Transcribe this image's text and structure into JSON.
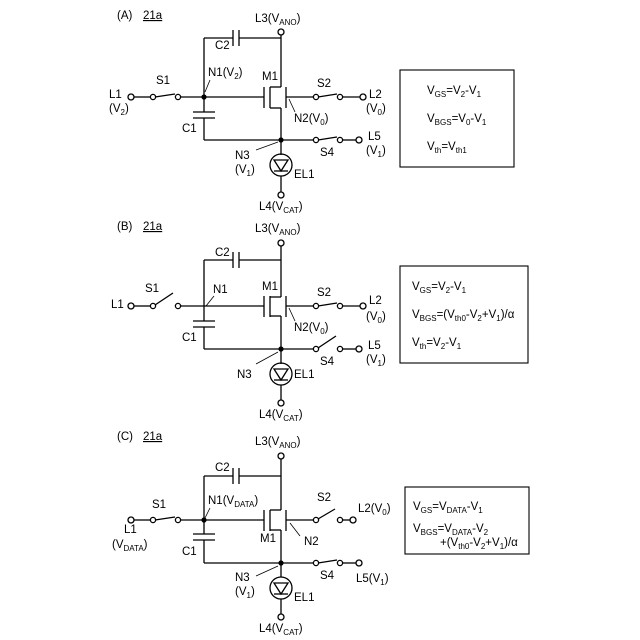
{
  "panels": [
    {
      "letter": "(A)",
      "ref": "21a",
      "c2": "C2",
      "c1": "C1",
      "m1": "M1",
      "s1": "S1",
      "s2": "S2",
      "s4": "S4",
      "el1": "EL1",
      "n2": "N2(V",
      "n3": "N3",
      "n3v": "(V",
      "l1": "L1",
      "l1v": "(V",
      "l2": "L2",
      "l2v": "(V",
      "l3": "L3(V",
      "l4": "L4(V",
      "l5": "L5",
      "l5v": "(V",
      "n1": "N1(V",
      "eq": [
        {
          "v": "V",
          "sub": "GS",
          "rest": "=V",
          "sub2": "2",
          "rest2": "-V",
          "sub3": "1",
          "rest3": ""
        },
        {
          "v": "V",
          "sub": "BGS",
          "rest": "=V",
          "sub2": "0",
          "rest2": "-V",
          "sub3": "1",
          "rest3": ""
        },
        {
          "v": "V",
          "sub": "th",
          "rest": "=V",
          "sub2": "th1",
          "rest2": "",
          "sub3": "",
          "rest3": ""
        }
      ]
    },
    {
      "letter": "(B)",
      "ref": "21a",
      "c2": "C2",
      "c1": "C1",
      "m1": "M1",
      "s1": "S1",
      "s2": "S2",
      "s4": "S4",
      "el1": "EL1",
      "n1": "N1",
      "n2": "N2(V",
      "n3": "N3",
      "l1": "L1",
      "l2": "L2",
      "l2v": "(V",
      "l3": "L3(V",
      "l4": "L4(V",
      "l5": "L5",
      "l5v": "(V",
      "eq": [
        {
          "v": "V",
          "sub": "GS",
          "rest": "=V",
          "sub2": "2",
          "rest2": "-V",
          "sub3": "1",
          "rest3": ""
        },
        {
          "v": "V",
          "sub": "BGS",
          "rest": "=(V",
          "sub2": "th0",
          "rest2": "-V",
          "sub3": "2",
          "rest3": "+V",
          "sub4": "1",
          "rest4": ")/α"
        },
        {
          "v": "V",
          "sub": "th",
          "rest": "=V",
          "sub2": "2",
          "rest2": "-V",
          "sub3": "1",
          "rest3": ""
        }
      ]
    },
    {
      "letter": "(C)",
      "ref": "21a",
      "c2": "C2",
      "c1": "C1",
      "m1": "M1",
      "s1": "S1",
      "s2": "S2",
      "s4": "S4",
      "el1": "EL1",
      "n2": "N2",
      "n3": "N3",
      "n3v": "(V",
      "l1": "L1",
      "l1v": "(V",
      "l2": "L2(V",
      "l3": "L3(V",
      "l4": "L4(V",
      "l5": "L5(V",
      "n1": "N1(V",
      "eq": [
        {
          "v": "V",
          "sub": "GS",
          "rest": "=V",
          "sub2": "DATA",
          "rest2": "-V",
          "sub3": "1",
          "rest3": ""
        },
        {
          "v": "V",
          "sub": "BGS",
          "rest": "=V",
          "sub2": "DATA",
          "rest2": "-V",
          "sub3": "2",
          "rest3": ""
        },
        {
          "v": "",
          "sub": "",
          "rest": "+(V",
          "sub2": "th0",
          "rest2": "-V",
          "sub3": "2",
          "rest3": "+V",
          "sub4": "1",
          "rest4": ")/α"
        }
      ]
    }
  ],
  "subs": {
    "ano": "ANO",
    "cat": "CAT",
    "v0": "0",
    "v1": "1",
    "v2": "2",
    "data": "DATA",
    "close": ")"
  }
}
